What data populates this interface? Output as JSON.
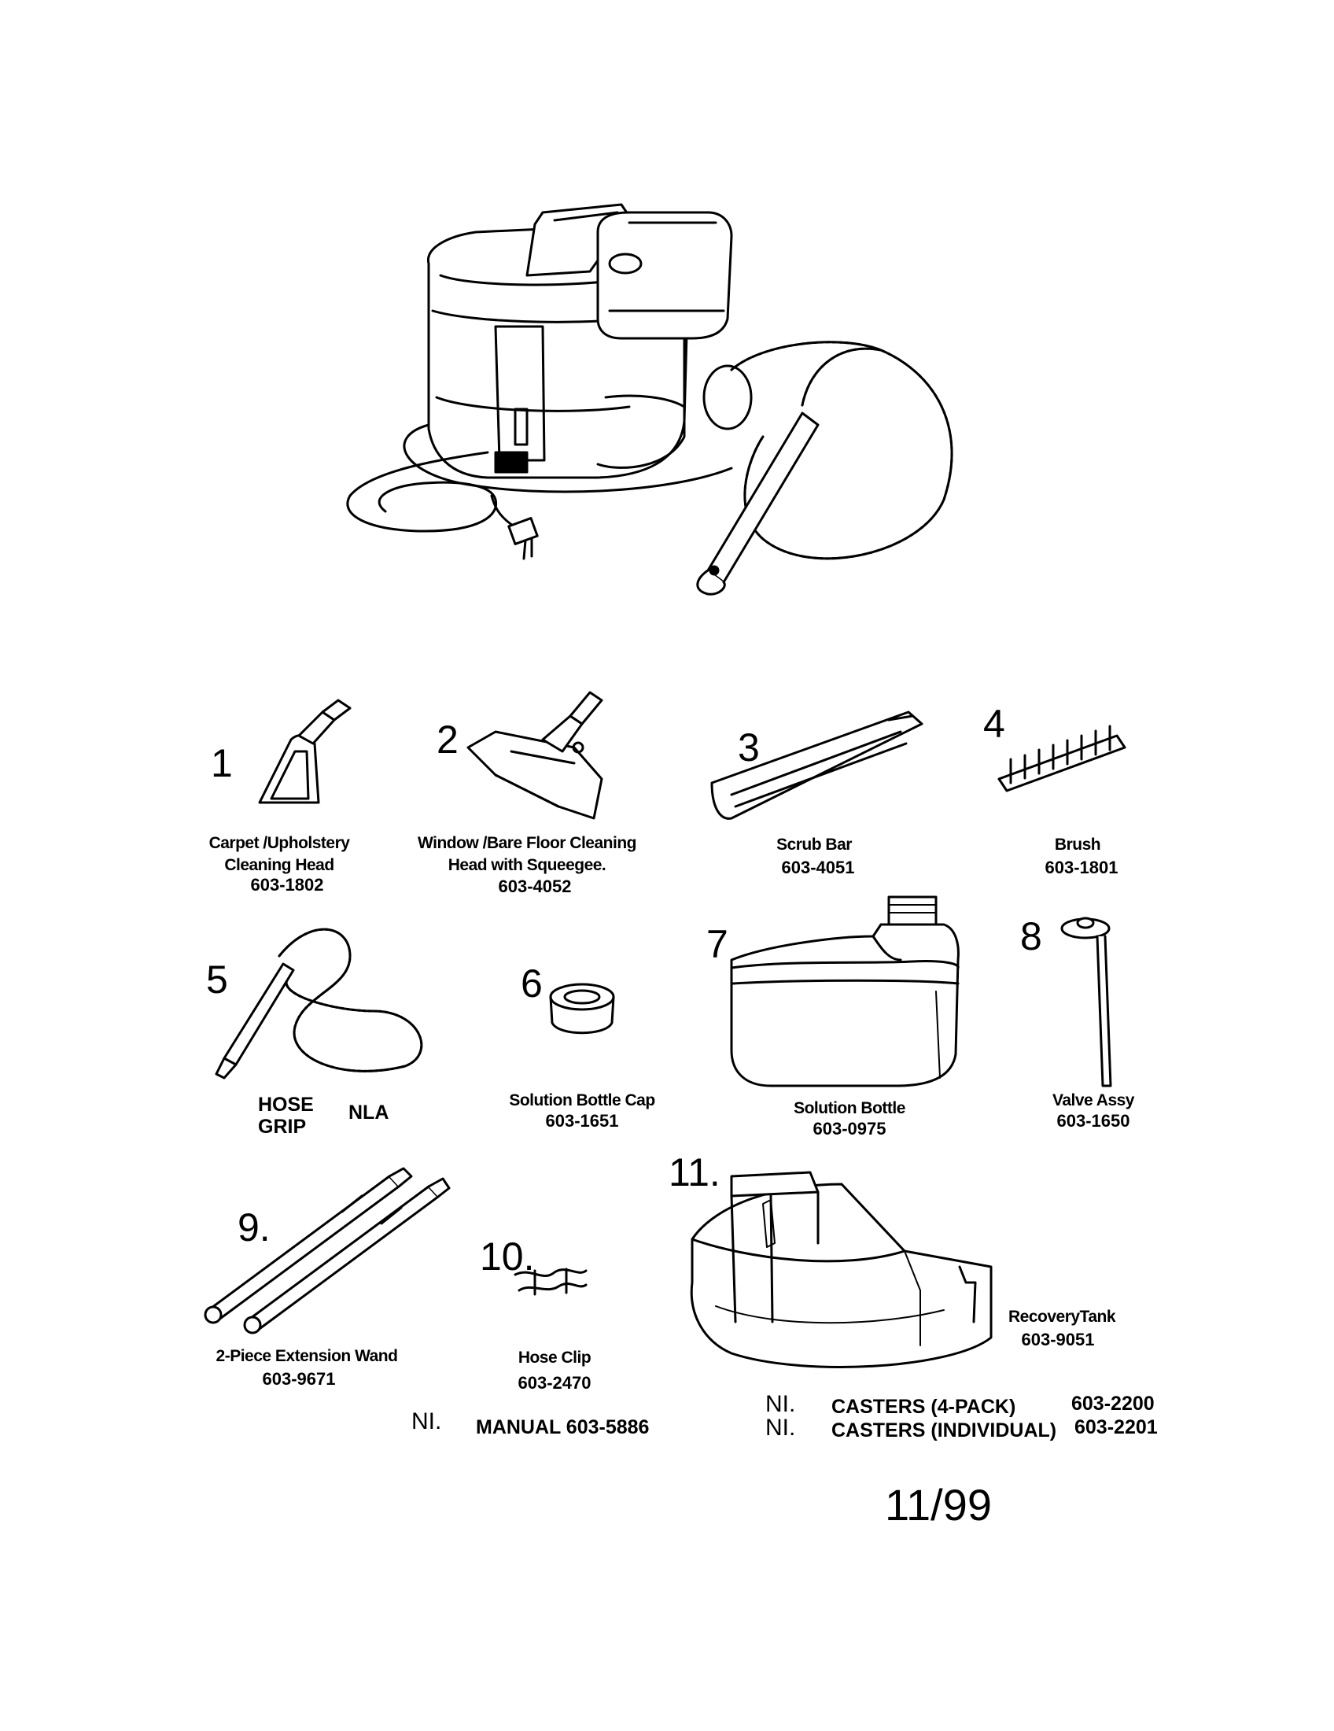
{
  "parts": [
    {
      "num": "1",
      "desc": [
        "Carpet /Upholstery",
        "Cleaning Head"
      ],
      "part": "603-1802",
      "icon": "upholstery-head-icon"
    },
    {
      "num": "2",
      "desc": [
        "Window /Bare Floor Cleaning",
        "Head with Squeegee."
      ],
      "part": "603-4052",
      "icon": "floor-head-icon"
    },
    {
      "num": "3",
      "desc": [
        "Scrub Bar"
      ],
      "part": "603-4051",
      "icon": "scrub-bar-icon"
    },
    {
      "num": "4",
      "desc": [
        "Brush"
      ],
      "part": "603-1801",
      "icon": "brush-icon"
    },
    {
      "num": "5",
      "desc": [
        "HOSE",
        "GRIP"
      ],
      "part": "NLA",
      "icon": "hose-icon"
    },
    {
      "num": "6",
      "desc": [
        "Solution Bottle Cap"
      ],
      "part": "603-1651",
      "icon": "bottle-cap-icon"
    },
    {
      "num": "7",
      "desc": [
        "Solution Bottle"
      ],
      "part": "603-0975",
      "icon": "solution-bottle-icon"
    },
    {
      "num": "8",
      "desc": [
        "Valve Assy"
      ],
      "part": "603-1650",
      "icon": "valve-icon"
    },
    {
      "num": "9.",
      "desc": [
        "2-Piece Extension Wand"
      ],
      "part": "603-9671",
      "icon": "extension-wand-icon"
    },
    {
      "num": "10.",
      "desc": [
        "Hose Clip"
      ],
      "part": "603-2470",
      "icon": "hose-clip-icon"
    },
    {
      "num": "11.",
      "desc": [
        "RecoveryTank"
      ],
      "part": "603-9051",
      "icon": "recovery-tank-icon"
    }
  ],
  "notes": [
    {
      "prefix": "NI.",
      "text": "MANUAL 603-5886"
    },
    {
      "prefix": "NI.",
      "text": "CASTERS (4-PACK)",
      "part": "603-2200"
    },
    {
      "prefix": "NI.",
      "text": "CASTERS (INDIVIDUAL)",
      "part": "603-2201"
    }
  ],
  "date_code": "11/99",
  "main_unit_icon": "carpet-cleaner-machine-icon"
}
